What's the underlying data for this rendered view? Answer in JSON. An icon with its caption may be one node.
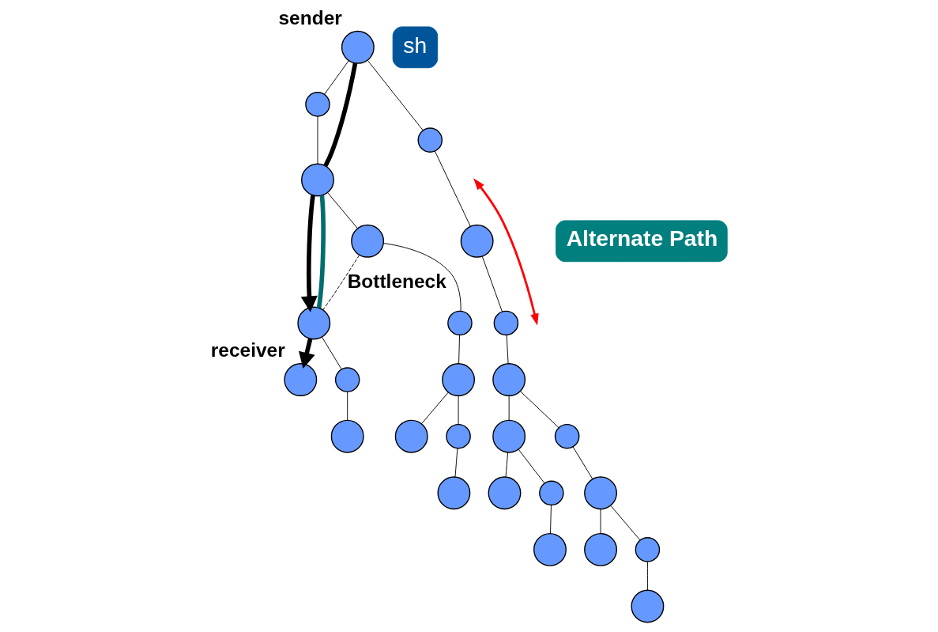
{
  "diagram": {
    "nodes": [
      {
        "text": [],
        "shape": "circle",
        "beside": [
          "sender"
        ]
      },
      {
        "text": [],
        "shape": "circle"
      },
      {
        "text": [],
        "shape": "circle"
      },
      {
        "text": [],
        "shape": "circle"
      },
      {
        "text": [],
        "shape": "circle"
      },
      {
        "text": [
          "Alternate Path"
        ]
      },
      {
        "text": [],
        "shape": "circle"
      },
      {
        "text": [],
        "shape": "circle"
      },
      {
        "text": [],
        "shape": "circle"
      },
      {
        "text": [],
        "shape": "circle"
      },
      {
        "text": [],
        "shape": "circle"
      },
      {
        "text": [
          "sh"
        ]
      },
      {
        "text": [],
        "shape": "circle"
      },
      {
        "text": [],
        "shape": "circle"
      },
      {
        "text": [],
        "shape": "circle"
      },
      {
        "text": [],
        "shape": "circle"
      },
      {
        "text": [],
        "shape": "circle"
      },
      {
        "text": [],
        "shape": "circle"
      },
      {
        "text": [],
        "shape": "circle"
      },
      {
        "text": [],
        "shape": "circle"
      },
      {
        "text": [],
        "shape": "circle"
      },
      {
        "text": [],
        "shape": "circle"
      },
      {
        "text": [],
        "shape": "circle"
      },
      {
        "text": [],
        "shape": "circle",
        "beside": [
          "receiver"
        ]
      },
      {
        "text": [],
        "shape": "circle"
      },
      {
        "text": [],
        "shape": "circle"
      },
      {
        "text": [],
        "shape": "circle"
      },
      {
        "text": [],
        "shape": "circle"
      }
    ],
    "edges": [
      {
        "from": 0,
        "to": 1,
        "arrow": "none"
      },
      {
        "from": 1,
        "to": 3,
        "arrow": "none"
      },
      {
        "from": 0,
        "to": 2,
        "arrow": "none"
      },
      {
        "from": 2,
        "to": 4,
        "arrow": "none"
      },
      {
        "from": 0,
        "to": 3,
        "arrow": "none",
        "style": "thick"
      },
      {
        "from": 3,
        "to": 13,
        "arrow": "to",
        "style": "thick"
      },
      {
        "from": 3,
        "to": 13,
        "arrow": "none",
        "style": "thick",
        "color": "#006e6e"
      },
      {
        "from": 3,
        "to": 7,
        "arrow": "none"
      },
      {
        "from": 7,
        "to": 9,
        "arrow": "none"
      },
      {
        "from": 9,
        "to": 12,
        "arrow": "none"
      },
      {
        "from": 12,
        "to": 16,
        "arrow": "none"
      },
      {
        "from": 16,
        "to": 20,
        "arrow": "none"
      },
      {
        "from": 12,
        "to": 21,
        "arrow": "none"
      },
      {
        "from": 7,
        "to": 13,
        "arrow": "none",
        "style": "dashed",
        "label": "Bottleneck"
      },
      {
        "from": 13,
        "to": 17,
        "arrow": "none"
      },
      {
        "from": 17,
        "to": 22,
        "arrow": "none"
      },
      {
        "from": 13,
        "to": 23,
        "arrow": "to",
        "style": "thick"
      },
      {
        "from": 4,
        "to": 6,
        "arrow": "none"
      },
      {
        "from": 6,
        "to": 8,
        "arrow": "none"
      },
      {
        "from": 8,
        "to": 14,
        "arrow": "none"
      },
      {
        "from": 8,
        "to": 10,
        "arrow": "none"
      },
      {
        "from": 10,
        "to": 15,
        "arrow": "none"
      },
      {
        "from": 14,
        "to": 18,
        "arrow": "none"
      },
      {
        "from": 18,
        "to": 24,
        "arrow": "none"
      },
      {
        "from": 14,
        "to": 25,
        "arrow": "none"
      },
      {
        "from": 15,
        "to": 19,
        "arrow": "none"
      },
      {
        "from": 19,
        "to": 27,
        "arrow": "none"
      },
      {
        "from": 15,
        "to": 26,
        "arrow": "none"
      }
    ]
  }
}
